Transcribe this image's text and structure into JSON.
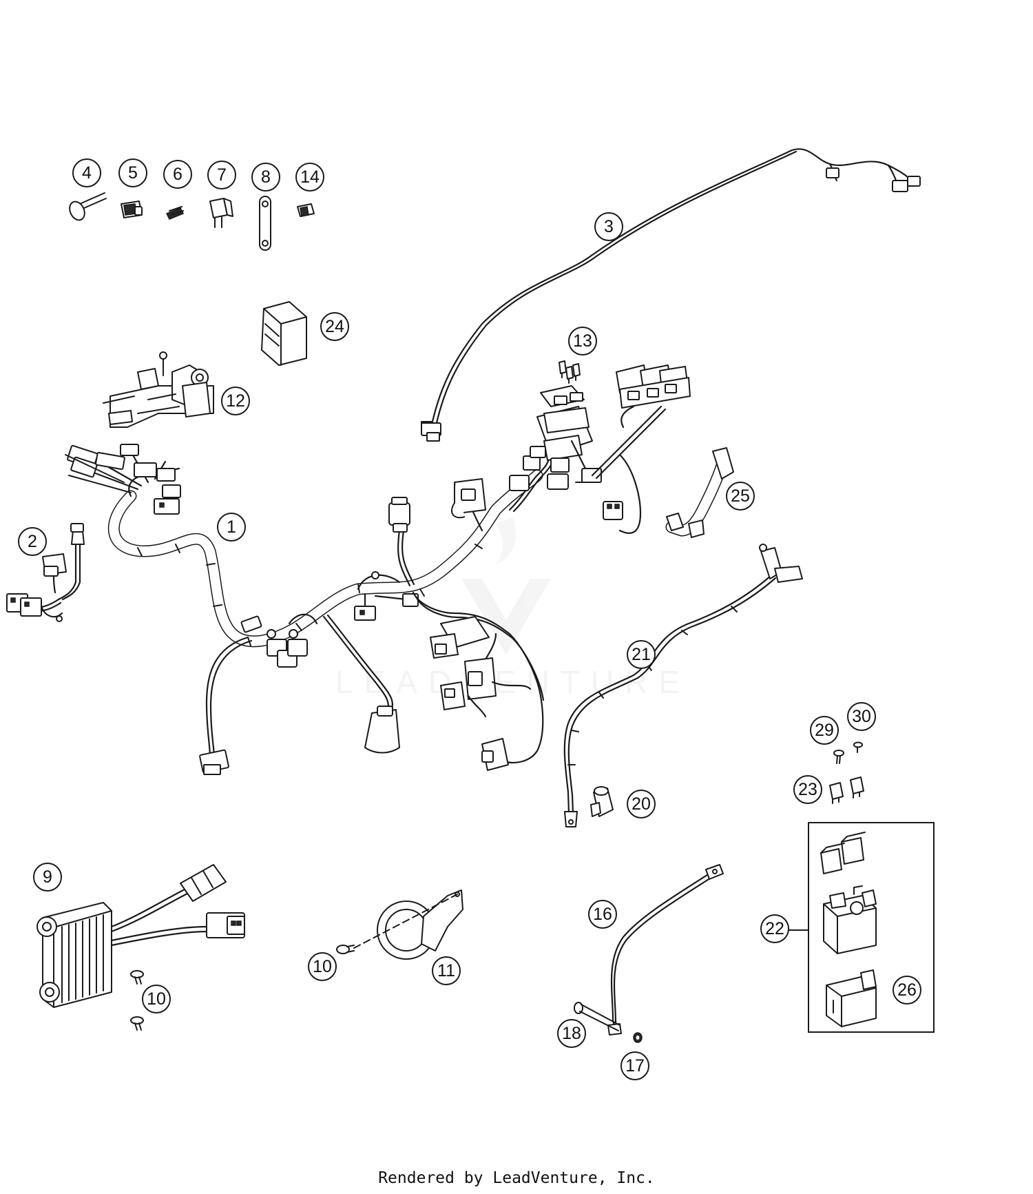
{
  "callouts": {
    "c1": "1",
    "c2": "2",
    "c3": "3",
    "c4": "4",
    "c5": "5",
    "c6": "6",
    "c7": "7",
    "c8": "8",
    "c9": "9",
    "c10a": "10",
    "c10b": "10",
    "c11": "11",
    "c12": "12",
    "c13": "13",
    "c14": "14",
    "c16": "16",
    "c17": "17",
    "c18": "18",
    "c20": "20",
    "c21": "21",
    "c22": "22",
    "c23": "23",
    "c24": "24",
    "c25": "25",
    "c26": "26",
    "c29": "29",
    "c30": "30"
  },
  "watermark": {
    "text": "LEADVENTURE"
  },
  "footer": {
    "credit": "Rendered by LeadVenture, Inc."
  }
}
